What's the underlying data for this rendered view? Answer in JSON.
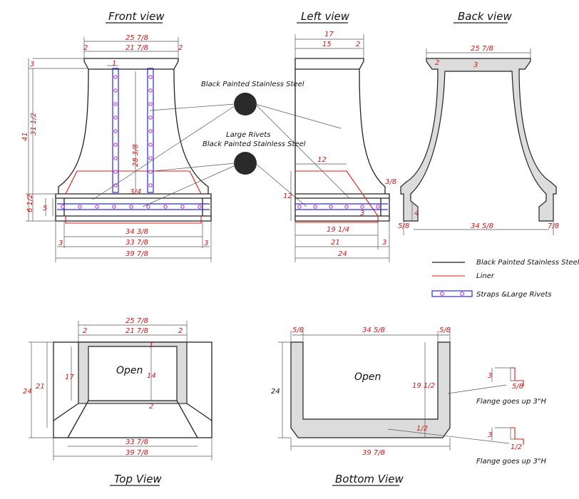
{
  "views": {
    "front": "Front view",
    "left": "Left view",
    "back": "Back view",
    "top": "Top View",
    "bottom": "Bottom View"
  },
  "callouts": {
    "steel1": "Black Painted Stainless Steel",
    "rivets": "Large Rivets",
    "steel2": "Black Painted Stainless Steel"
  },
  "legend": {
    "steel": "Black Painted Stainless Steel",
    "liner": "Liner",
    "straps": "Straps &Large Rivets"
  },
  "labels": {
    "open_top": "Open",
    "open_bottom": "Open",
    "flange1": "Flange goes up 3\"H",
    "flange2": "Flange goes up 3\"H"
  },
  "colors": {
    "dimension": "#d01818",
    "liner": "#e01a1a",
    "strap": "#2a2ae0",
    "rivet": "#c020c0"
  },
  "front_dims": {
    "top_w": "25 7/8",
    "inner_w": "21 7/8",
    "lip_l": "2",
    "lip_r": "2",
    "left_top": "3",
    "h_total": "41",
    "h_body": "31 1/2",
    "h_base": "6 1/2",
    "band": "5",
    "strap": "1",
    "inner_h": "28 3/8",
    "gap": "3/4",
    "b1": "34 3/8",
    "b2": "33 7/8",
    "b3": "39 7/8",
    "s_l": "3",
    "s_r": "3"
  },
  "left_dims": {
    "d17": "17",
    "d15": "15",
    "d2": "2",
    "d12a": "12",
    "d12b": "12",
    "d38": "3/8",
    "d3": "3",
    "d1914": "19 1/4",
    "d21": "21",
    "d3r": "3",
    "d24": "24"
  },
  "back_dims": {
    "top": "25 7/8",
    "d2": "2",
    "d3": "3",
    "d4": "4",
    "l58": "5/8",
    "bw": "34 5/8",
    "r58": "7/8"
  },
  "top_dims": {
    "w1": "25 7/8",
    "w2": "21 7/8",
    "lip_l": "2",
    "lip_r": "2",
    "d1": "1",
    "d14": "14",
    "d2": "2",
    "h17": "17",
    "h21": "21",
    "h24": "24",
    "b1": "33 7/8",
    "b2": "39 7/8"
  },
  "bottom_dims": {
    "l58": "5/8",
    "w": "34 5/8",
    "r58": "5/8",
    "h24": "24",
    "d1912": "19 1/2",
    "d12": "1/2",
    "b": "39 7/8",
    "f1_3": "3",
    "f1_v": "5/8",
    "f2_3": "3",
    "f2_v": "1/2"
  }
}
